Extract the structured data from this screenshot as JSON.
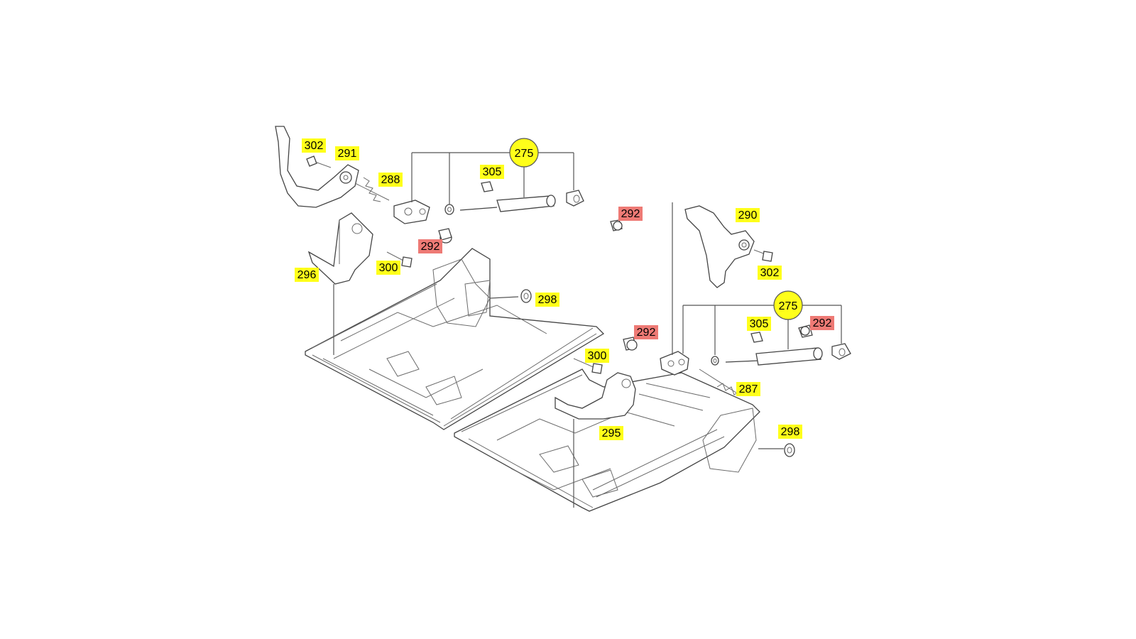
{
  "colors": {
    "yellow": "#ffff1a",
    "red": "#ee7a75",
    "line": "#555555"
  },
  "callouts": {
    "c302a": {
      "text": "302",
      "kind": "yellow"
    },
    "c291": {
      "text": "291",
      "kind": "yellow"
    },
    "c288": {
      "text": "288",
      "kind": "yellow"
    },
    "c275a": {
      "text": "275",
      "kind": "circle"
    },
    "c305a": {
      "text": "305",
      "kind": "yellow"
    },
    "c292a": {
      "text": "292",
      "kind": "red"
    },
    "c292b": {
      "text": "292",
      "kind": "red"
    },
    "c300a": {
      "text": "300",
      "kind": "yellow"
    },
    "c296": {
      "text": "296",
      "kind": "yellow"
    },
    "c298a": {
      "text": "298",
      "kind": "yellow"
    },
    "c290": {
      "text": "290",
      "kind": "yellow"
    },
    "c302b": {
      "text": "302",
      "kind": "yellow"
    },
    "c275b": {
      "text": "275",
      "kind": "circle"
    },
    "c305b": {
      "text": "305",
      "kind": "yellow"
    },
    "c292c": {
      "text": "292",
      "kind": "red"
    },
    "c292d": {
      "text": "292",
      "kind": "red"
    },
    "c300b": {
      "text": "300",
      "kind": "yellow"
    },
    "c287": {
      "text": "287",
      "kind": "yellow"
    },
    "c295": {
      "text": "295",
      "kind": "yellow"
    },
    "c298b": {
      "text": "298",
      "kind": "yellow"
    }
  }
}
